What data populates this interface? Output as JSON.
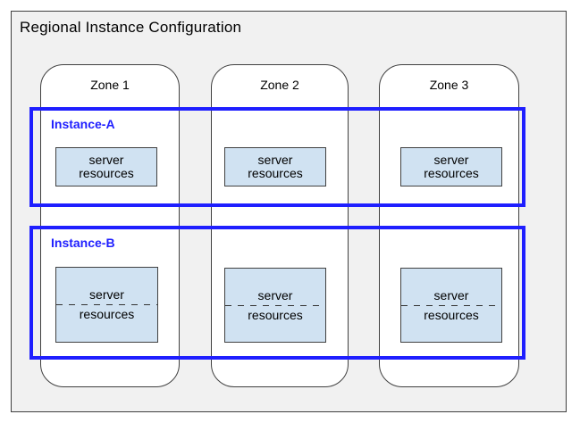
{
  "title": "Regional Instance Configuration",
  "zones": [
    {
      "label": "Zone 1"
    },
    {
      "label": "Zone 2"
    },
    {
      "label": "Zone 3"
    }
  ],
  "instances": [
    {
      "label": "Instance-A"
    },
    {
      "label": "Instance-B"
    }
  ],
  "server_box": {
    "line1": "server",
    "line2": "resources"
  },
  "colors": {
    "instance_border": "#1f1fff",
    "instance_label_text": "#1f1fff",
    "server_box_fill": "#d0e2f2",
    "region_fill": "#f1f1f1",
    "outline": "#404040"
  }
}
